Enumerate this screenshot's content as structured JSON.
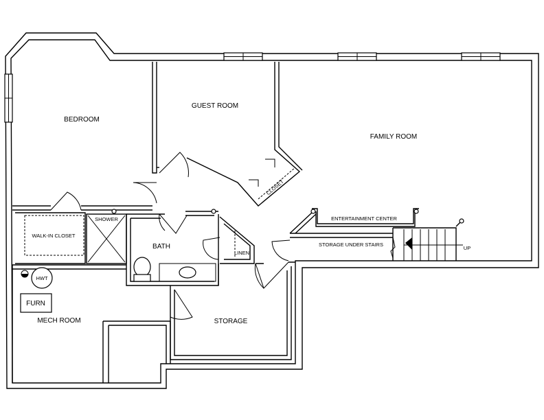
{
  "rooms": {
    "bedroom": "BEDROOM",
    "guest_room": "GUEST ROOM",
    "family_room": "FAMILY ROOM",
    "walk_in_closet": "WALK-IN CLOSET",
    "shower": "SHOWER",
    "bath": "BATH",
    "linen": "LINEN",
    "closet": "CLOSET",
    "entertainment_center": "ENTERTAINMENT CENTER",
    "storage_under_stairs": "STORAGE UNDER STAIRS",
    "up": "UP",
    "hwt": "HWT",
    "furn": "FURN",
    "mech_room": "MECH ROOM",
    "storage": "STORAGE"
  }
}
